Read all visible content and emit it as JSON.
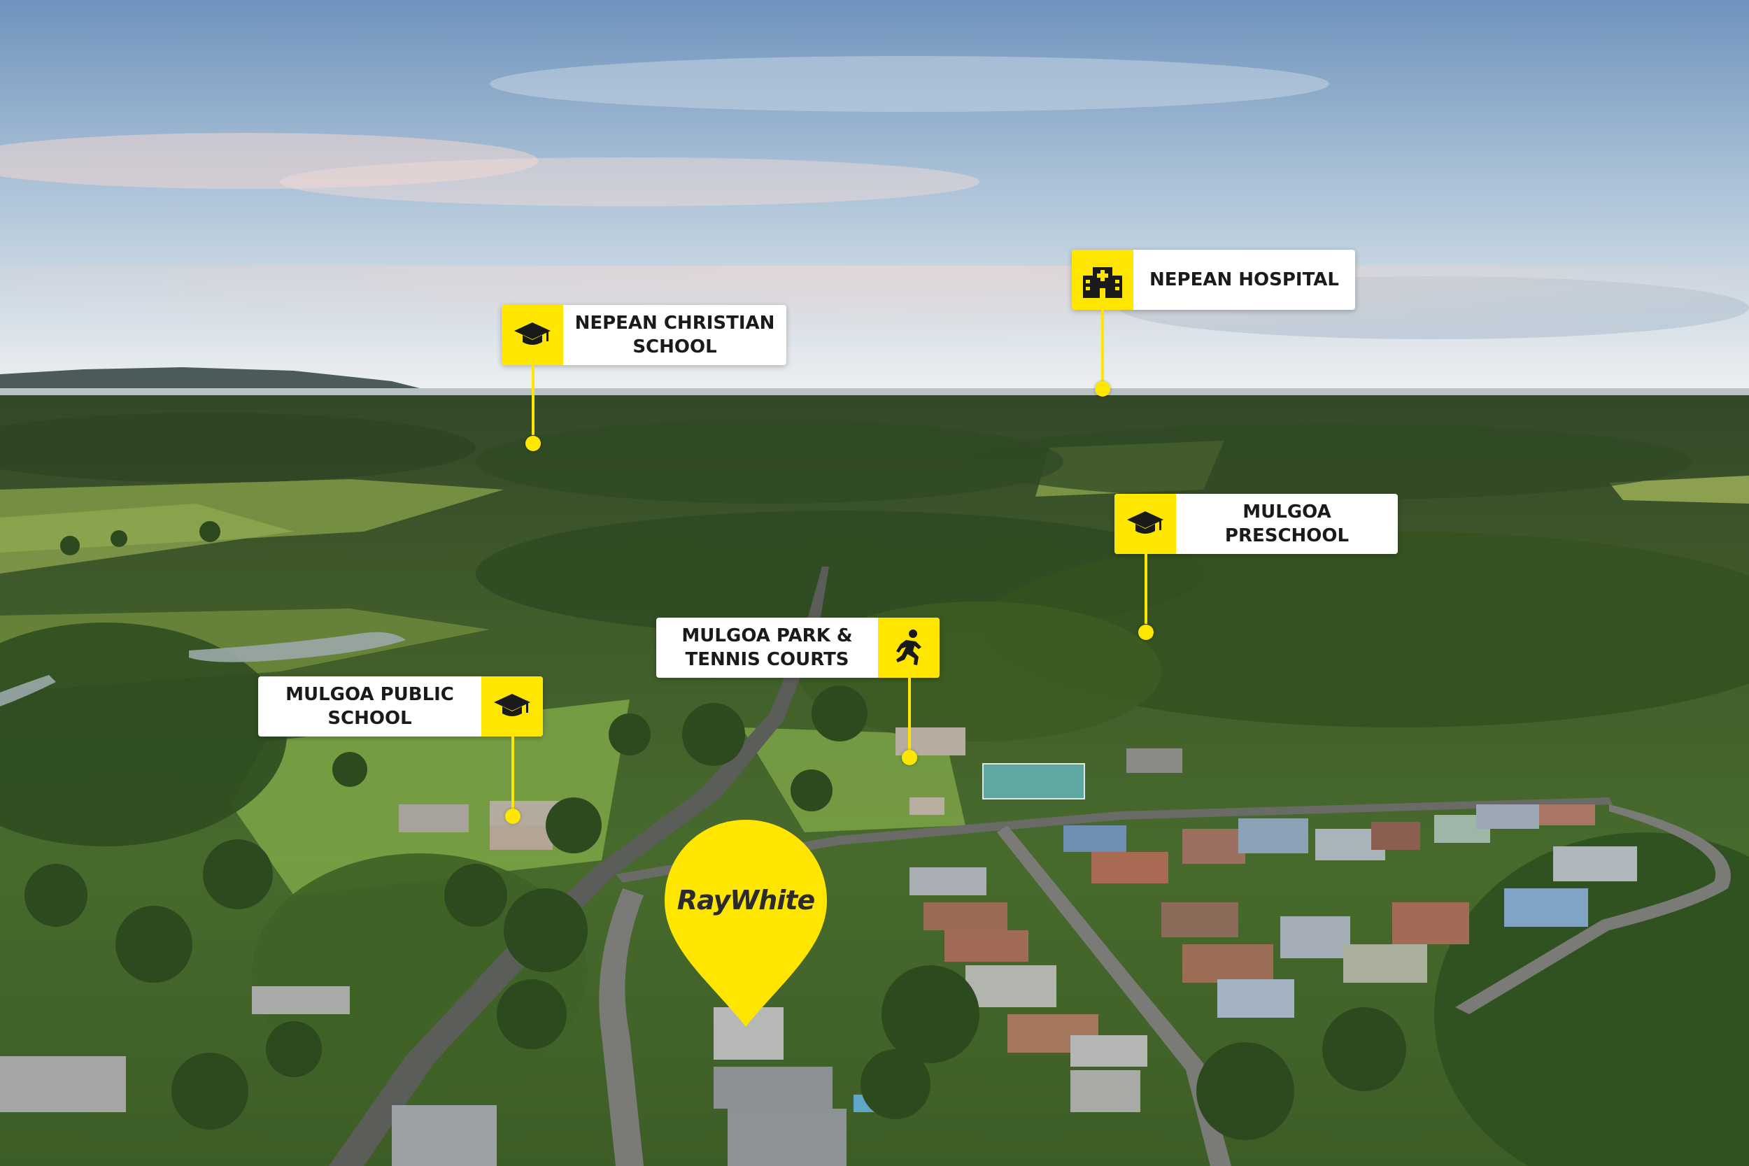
{
  "colors": {
    "accent": "#ffe600",
    "sky_top": "#6f9ac4",
    "sky_horizon": "#dfe6ec",
    "forest_dark": "#2f4a22",
    "forest": "#4d6e30",
    "grass": "#8fa84a"
  },
  "callouts": [
    {
      "icon": "graduation-cap-icon",
      "label": "NEPEAN CHRISTIAN\nSCHOOL"
    },
    {
      "icon": "hospital-icon",
      "label": "NEPEAN HOSPITAL"
    },
    {
      "icon": "graduation-cap-icon",
      "label": "MULGOA\nPRESCHOOL"
    },
    {
      "icon": "running-person-icon",
      "label": "MULGOA PARK &\nTENNIS COURTS"
    },
    {
      "icon": "graduation-cap-icon",
      "label": "MULGOA PUBLIC\nSCHOOL"
    }
  ],
  "brand": {
    "logo_text": "RayWhite",
    "icon": "location-pin-icon"
  }
}
